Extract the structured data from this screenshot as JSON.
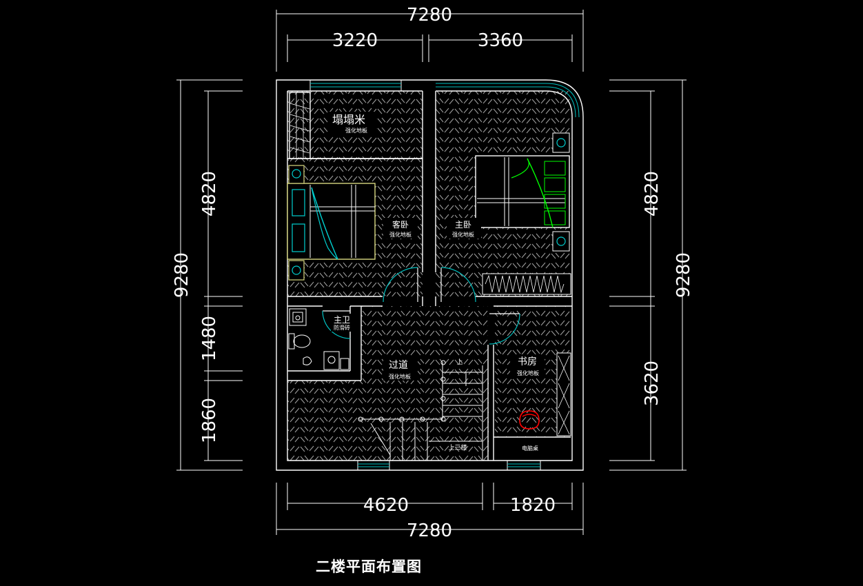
{
  "dimensions": {
    "top_total": "7280",
    "top_left": "3220",
    "top_right": "3360",
    "bottom_total": "7280",
    "bottom_left": "4620",
    "bottom_right": "1820",
    "left_total": "9280",
    "left_upper": "4820",
    "left_mid": "1480",
    "left_lower": "1860",
    "right_total": "9280",
    "right_upper": "4820",
    "right_lower": "3620"
  },
  "rooms": {
    "tatami": {
      "name": "塌塌米",
      "floor": "强化地板"
    },
    "guest_bedroom": {
      "name": "客卧",
      "floor": "强化地板"
    },
    "master_bedroom": {
      "name": "主卧",
      "floor": "强化地板"
    },
    "master_bath": {
      "name": "主卫",
      "floor": "防滑砖"
    },
    "corridor": {
      "name": "过道",
      "floor": "强化地板"
    },
    "study": {
      "name": "书房",
      "floor": "强化地板"
    }
  },
  "annotations": {
    "stair_up": "上",
    "stair_third_floor": "上三楼",
    "computer_desk": "电脑桌"
  },
  "caption": "二楼平面布置图",
  "colors": {
    "background": "#000000",
    "line": "#ffffff",
    "hatch": "#9a9a9a",
    "furniture": "#00d0d0",
    "bed_frame": "#d8d880",
    "bedding": "#00ff00",
    "chair": "#ff0000"
  }
}
